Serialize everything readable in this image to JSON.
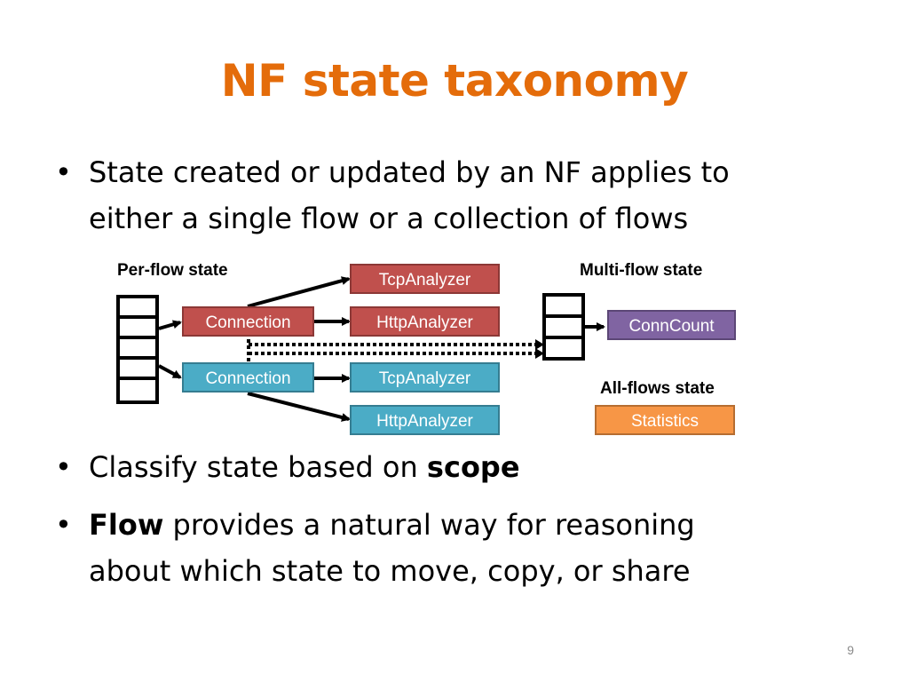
{
  "slide": {
    "title": "NF state taxonomy",
    "page_number": "9",
    "bullets": [
      {
        "text": "State created or updated by an NF applies to",
        "text_line2": "either a single flow or a collection of flows"
      },
      {
        "text": "Classify state based on ",
        "bold": "scope"
      },
      {
        "bold": "Flow",
        "text": " provides a natural way for reasoning",
        "text_line2": "about which state to move, copy, or share"
      }
    ],
    "bullet_glyph": "•"
  },
  "diagram": {
    "labels": {
      "per_flow": "Per-flow state",
      "multi_flow": "Multi-flow state",
      "all_flows": "All-flows state"
    },
    "boxes": {
      "connection_top": "Connection",
      "connection_bottom": "Connection",
      "tcp_top": "TcpAnalyzer",
      "http_top": "HttpAnalyzer",
      "tcp_bottom": "TcpAnalyzer",
      "http_bottom": "HttpAnalyzer",
      "conncount": "ConnCount",
      "statistics": "Statistics"
    },
    "colors": {
      "title": "#E46C0A",
      "red": "#C0504D",
      "blue": "#4BACC6",
      "purple": "#8064A2",
      "orange": "#F79646"
    }
  }
}
